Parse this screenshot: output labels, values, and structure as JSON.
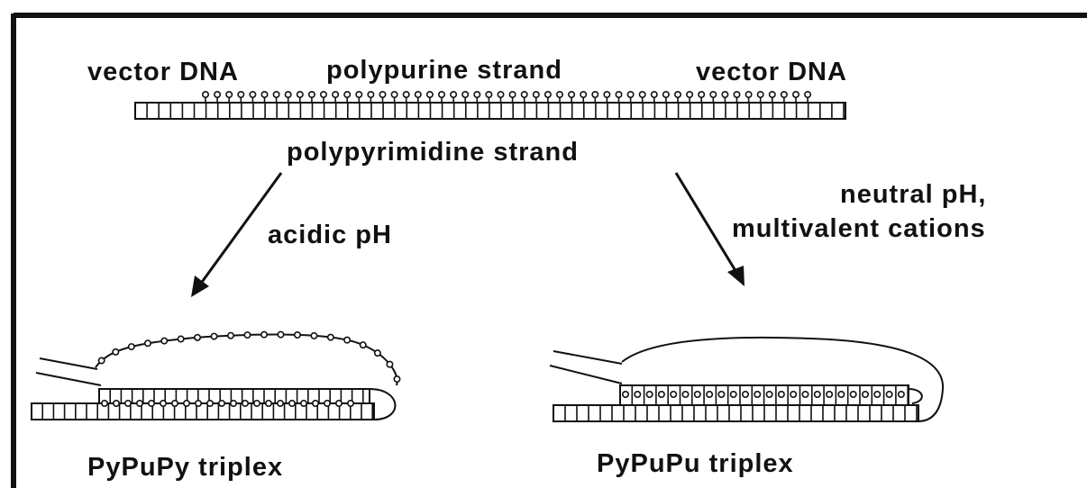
{
  "colors": {
    "ink": "#111111",
    "background": "#ffffff"
  },
  "diagram": {
    "top": {
      "vector_left": "vector  DNA",
      "polypurine": "polypurine   strand",
      "vector_right": "vector  DNA",
      "polypyrimidine": "polypyrimidine   strand"
    },
    "left_path": {
      "condition": "acidic  pH",
      "product": "PyPuPy   triplex"
    },
    "right_path": {
      "condition_line1": "neutral  pH,",
      "condition_line2": "multivalent   cations",
      "product": "PyPuPu   triplex"
    }
  }
}
